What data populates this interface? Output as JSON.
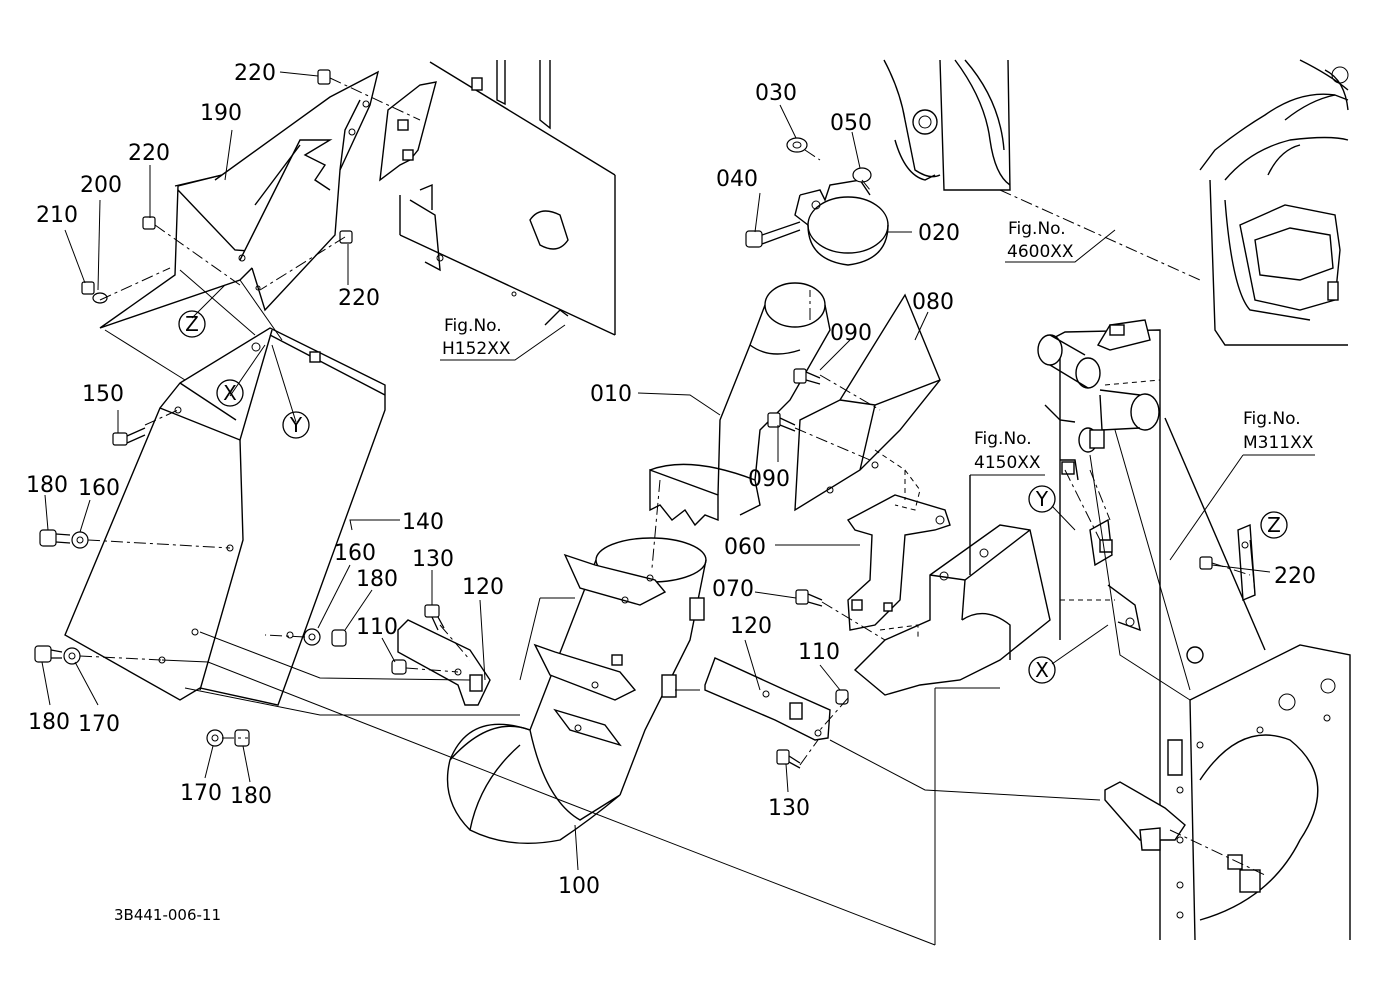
{
  "drawing_code": "3B441-006-11",
  "part_labels": [
    "220",
    "190",
    "220",
    "200",
    "210",
    "220",
    "030",
    "050",
    "040",
    "020",
    "080",
    "090",
    "010",
    "090",
    "150",
    "180",
    "160",
    "140",
    "060",
    "070",
    "160",
    "180",
    "130",
    "120",
    "110",
    "120",
    "110",
    "180",
    "170",
    "170",
    "180",
    "130",
    "100",
    "220"
  ],
  "fig_refs": [
    {
      "title": "Fig.No.",
      "number": "H152XX"
    },
    {
      "title": "Fig.No.",
      "number": "4600XX"
    },
    {
      "title": "Fig.No.",
      "number": "4150XX"
    },
    {
      "title": "Fig.No.",
      "number": "M311XX"
    }
  ],
  "callouts": [
    "Z",
    "X",
    "Y",
    "Y",
    "X",
    "Z"
  ]
}
